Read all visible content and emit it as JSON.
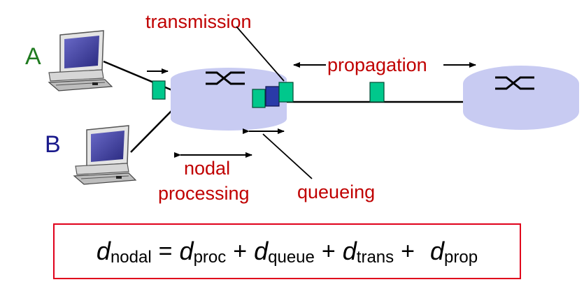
{
  "hosts": {
    "a_label": "A",
    "b_label": "B"
  },
  "labels": {
    "transmission": "transmission",
    "propagation": "propagation",
    "nodal_line1": "nodal",
    "nodal_line2": "processing",
    "queueing": "queueing"
  },
  "formula": {
    "lhs_var": "d",
    "lhs_sub": "nodal",
    "equals": "=",
    "terms": [
      {
        "var": "d",
        "sub": "proc"
      },
      {
        "var": "d",
        "sub": "queue"
      },
      {
        "var": "d",
        "sub": "trans"
      },
      {
        "var": "d",
        "sub": "prop"
      }
    ],
    "plus": "+"
  },
  "colors": {
    "label_red": "#c00000",
    "host_a_green": "#1f7a1f",
    "host_b_blue": "#1a1a8c",
    "router_fill": "#c8cbf2",
    "packet_green": "#00c88c",
    "packet_blue": "#2a3aa8",
    "formula_border": "#e0001b"
  }
}
